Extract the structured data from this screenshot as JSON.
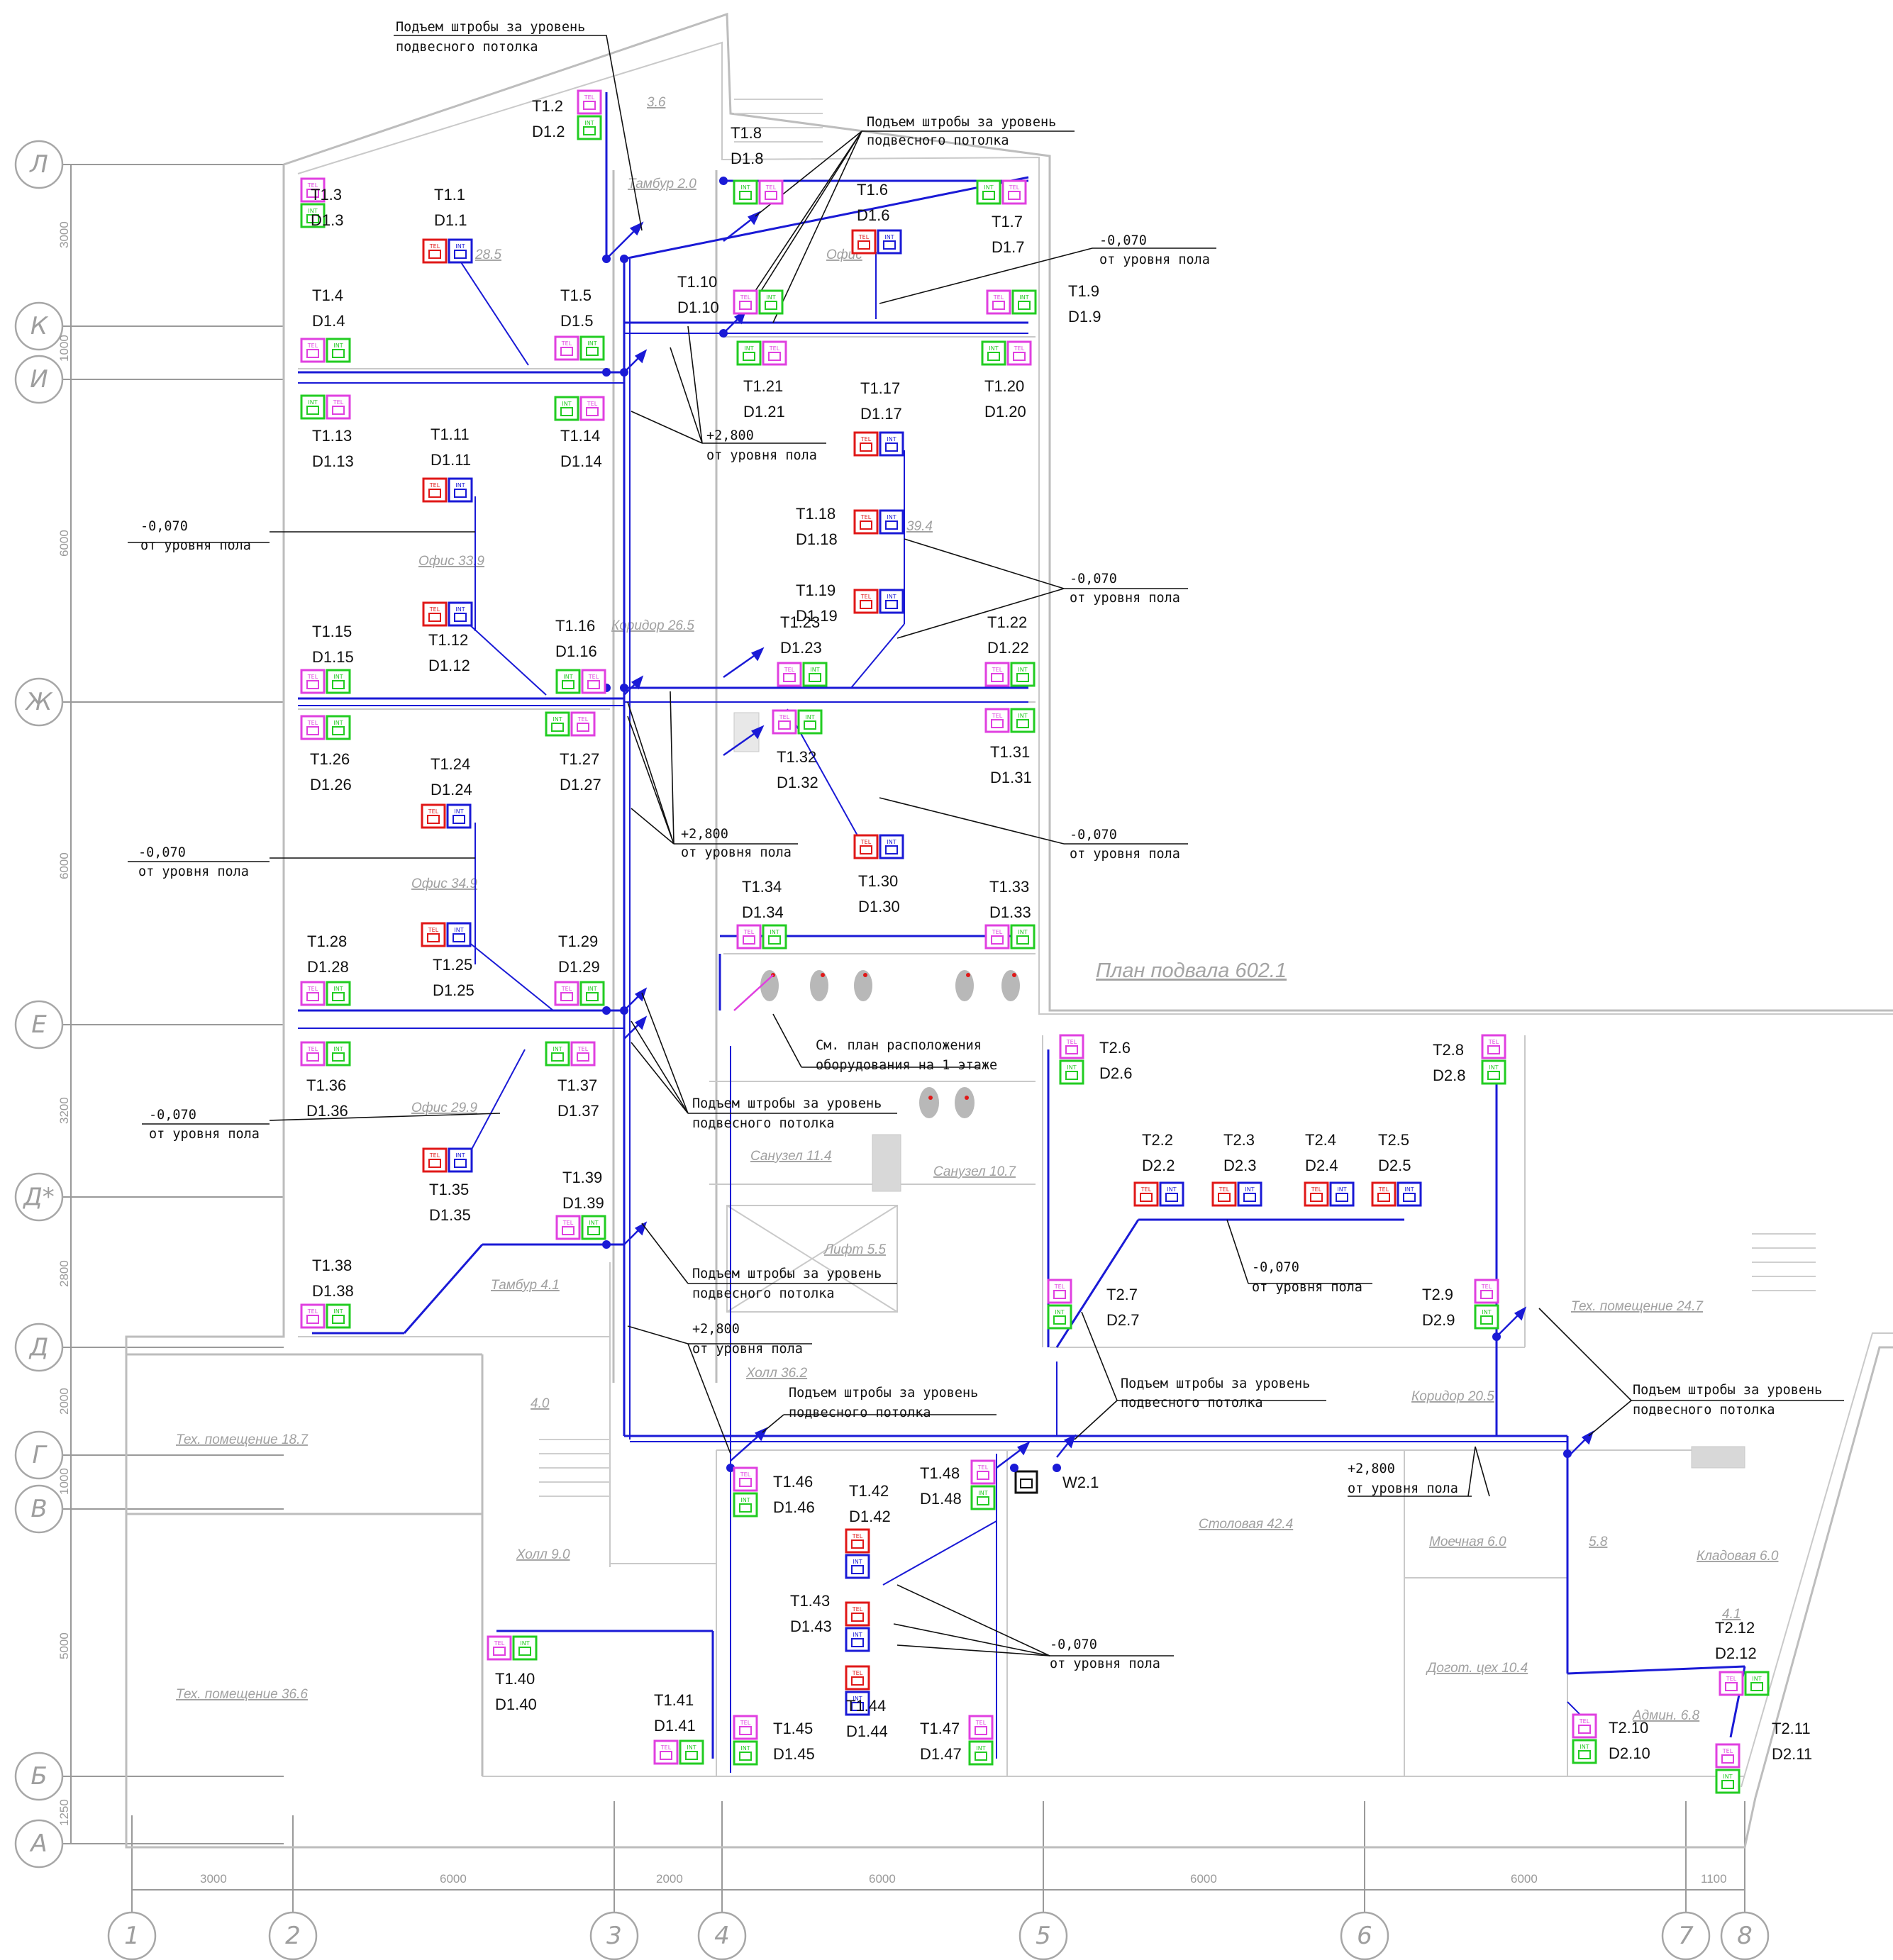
{
  "plan_title": "План подвала 602.1",
  "axes": {
    "rows": [
      "Л",
      "К",
      "И",
      "Ж",
      "Е",
      "Д*",
      "Д",
      "Г",
      "В",
      "Б",
      "А"
    ],
    "cols": [
      "1",
      "2",
      "3",
      "4",
      "5",
      "6",
      "7",
      "8"
    ]
  },
  "dims": {
    "vertical": [
      "3000",
      "1000",
      "6000",
      "6000",
      "3200",
      "2800",
      "2000",
      "1000",
      "5000",
      "1250"
    ],
    "horizontal": [
      "3000",
      "6000",
      "2000",
      "6000",
      "6000",
      "6000",
      "1100"
    ]
  },
  "rooms": [
    "3.6",
    "Тамбур 2.0",
    "Офис",
    "28.5",
    "Офис 33.9",
    "Коридор 26.5",
    "39.4",
    "Офис 34.9",
    "Офис 29.9",
    "Санузел 11.4",
    "Санузел 10.7",
    "Лифт 5.5",
    "Тамбур 4.1",
    "Холл 36.2",
    "4.0",
    "Тех. помещение 18.7",
    "Холл 9.0",
    "Тех. помещение 36.6",
    "Тех. помещение 24.7",
    "Коридор 20.5",
    "Столовая 42.4",
    "Моечная 6.0",
    "5.8",
    "Кладовая 6.0",
    "Догот. цех 10.4",
    "Админ. 6.8",
    "4.1"
  ],
  "notes": {
    "riser": "Подъем штробы за уровень",
    "riser2": "подвесного потолка",
    "floor": "-0,070",
    "floor_plus": "+2,800",
    "floor2": "от уровня пола",
    "equip1": "См. план расположения",
    "equip2": "оборудования на 1 этаже"
  },
  "socket_text": {
    "tel": "TEL",
    "int": "INT"
  },
  "outlets": [
    {
      "t": "T1.1",
      "d": "D1.1"
    },
    {
      "t": "T1.2",
      "d": "D1.2"
    },
    {
      "t": "T1.3",
      "d": "D1.3"
    },
    {
      "t": "T1.4",
      "d": "D1.4"
    },
    {
      "t": "T1.5",
      "d": "D1.5"
    },
    {
      "t": "T1.6",
      "d": "D1.6"
    },
    {
      "t": "T1.7",
      "d": "D1.7"
    },
    {
      "t": "T1.8",
      "d": "D1.8"
    },
    {
      "t": "T1.9",
      "d": "D1.9"
    },
    {
      "t": "T1.10",
      "d": "D1.10"
    },
    {
      "t": "T1.11",
      "d": "D1.11"
    },
    {
      "t": "T1.12",
      "d": "D1.12"
    },
    {
      "t": "T1.13",
      "d": "D1.13"
    },
    {
      "t": "T1.14",
      "d": "D1.14"
    },
    {
      "t": "T1.15",
      "d": "D1.15"
    },
    {
      "t": "T1.16",
      "d": "D1.16"
    },
    {
      "t": "T1.17",
      "d": "D1.17"
    },
    {
      "t": "T1.18",
      "d": "D1.18"
    },
    {
      "t": "T1.19",
      "d": "D1.19"
    },
    {
      "t": "T1.20",
      "d": "D1.20"
    },
    {
      "t": "T1.21",
      "d": "D1.21"
    },
    {
      "t": "T1.22",
      "d": "D1.22"
    },
    {
      "t": "T1.23",
      "d": "D1.23"
    },
    {
      "t": "T1.24",
      "d": "D1.24"
    },
    {
      "t": "T1.25",
      "d": "D1.25"
    },
    {
      "t": "T1.26",
      "d": "D1.26"
    },
    {
      "t": "T1.27",
      "d": "D1.27"
    },
    {
      "t": "T1.28",
      "d": "D1.28"
    },
    {
      "t": "T1.29",
      "d": "D1.29"
    },
    {
      "t": "T1.30",
      "d": "D1.30"
    },
    {
      "t": "T1.31",
      "d": "D1.31"
    },
    {
      "t": "T1.32",
      "d": "D1.32"
    },
    {
      "t": "T1.33",
      "d": "D1.33"
    },
    {
      "t": "T1.34",
      "d": "D1.34"
    },
    {
      "t": "T1.35",
      "d": "D1.35"
    },
    {
      "t": "T1.36",
      "d": "D1.36"
    },
    {
      "t": "T1.37",
      "d": "D1.37"
    },
    {
      "t": "T1.38",
      "d": "D1.38"
    },
    {
      "t": "T1.39",
      "d": "D1.39"
    },
    {
      "t": "T1.40",
      "d": "D1.40"
    },
    {
      "t": "T1.41",
      "d": "D1.41"
    },
    {
      "t": "T1.42",
      "d": "D1.42"
    },
    {
      "t": "T1.43",
      "d": "D1.43"
    },
    {
      "t": "T1.44",
      "d": "D1.44"
    },
    {
      "t": "T1.45",
      "d": "D1.45"
    },
    {
      "t": "T1.46",
      "d": "D1.46"
    },
    {
      "t": "T1.47",
      "d": "D1.47"
    },
    {
      "t": "T1.48",
      "d": "D1.48"
    },
    {
      "t": "T2.2",
      "d": "D2.2"
    },
    {
      "t": "T2.3",
      "d": "D2.3"
    },
    {
      "t": "T2.4",
      "d": "D2.4"
    },
    {
      "t": "T2.5",
      "d": "D2.5"
    },
    {
      "t": "T2.6",
      "d": "D2.6"
    },
    {
      "t": "T2.7",
      "d": "D2.7"
    },
    {
      "t": "T2.8",
      "d": "D2.8"
    },
    {
      "t": "T2.9",
      "d": "D2.9"
    },
    {
      "t": "T2.10",
      "d": "D2.10"
    },
    {
      "t": "T2.11",
      "d": "D2.11"
    },
    {
      "t": "T2.12",
      "d": "D2.12"
    }
  ],
  "wifi": {
    "label": "W2.1"
  },
  "colors": {
    "cable": "#1a1ad6",
    "tel": "#e040e0",
    "int": "#22cc22",
    "red": "#e01818"
  }
}
